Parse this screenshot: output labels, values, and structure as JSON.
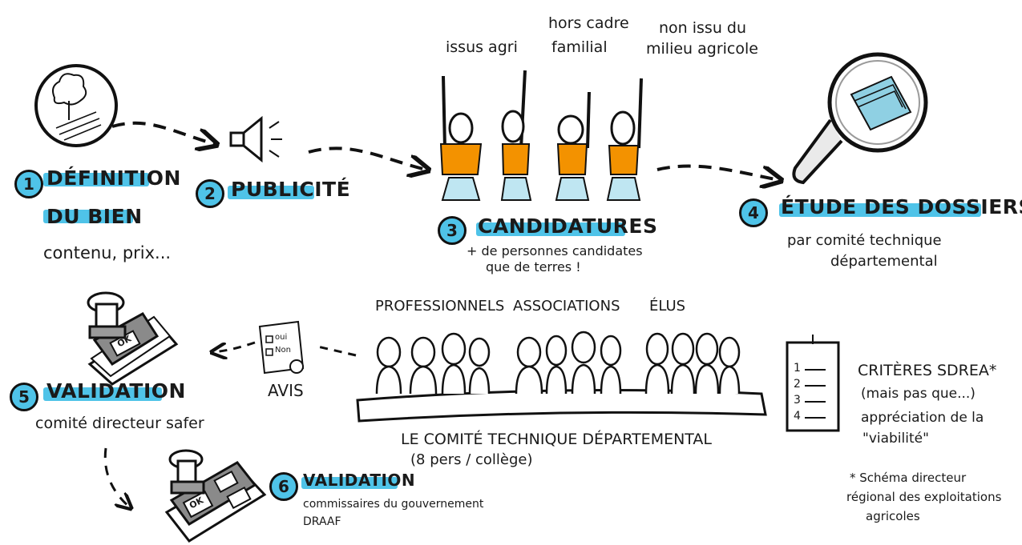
{
  "steps": [
    {
      "number": "1",
      "title_line1": "DÉFINITION",
      "title_line2": "DU BIEN",
      "subtitle": "contenu, prix..."
    },
    {
      "number": "2",
      "title_line1": "PUBLICITÉ"
    },
    {
      "number": "3",
      "title_line1": "CANDIDATURES",
      "subtitle_line1": "+ de personnes candidates",
      "subtitle_line2": "que de terres !"
    },
    {
      "number": "4",
      "title_line1": "ÉTUDE DES DOSSIERS",
      "subtitle_line1": "par comité technique",
      "subtitle_line2": "départemental"
    },
    {
      "number": "5",
      "title_line1": "VALIDATION",
      "subtitle": "comité directeur safer"
    },
    {
      "number": "6",
      "title_line1": "VALIDATION",
      "subtitle_line1": "commissaires du gouvernement",
      "subtitle_line2": "DRAAF"
    }
  ],
  "candidate_labels": {
    "issus_agri": "issus agri",
    "hors_cadre_line1": "hors cadre",
    "hors_cadre_line2": "familial",
    "non_issu_line1": "non issu du",
    "non_issu_line2": "milieu agricole"
  },
  "committee": {
    "group_professionnels": "PROFESSIONNELS",
    "group_associations": "ASSOCIATIONS",
    "group_elus": "ÉLUS",
    "title": "LE COMITÉ TECHNIQUE DÉPARTEMENTAL",
    "subtitle": "(8 pers / collège)"
  },
  "avis": {
    "label": "AVIS",
    "oui": "oui",
    "non": "Non"
  },
  "stamp_text": "OK",
  "criteria": {
    "list_items": [
      "1",
      "2",
      "3",
      "4"
    ],
    "line1": "CRITÈRES SDREA*",
    "line2": "(mais pas que...)",
    "line3": "appréciation de la",
    "line4": "\"viabilité\"",
    "footnote_line1": "* Schéma directeur",
    "footnote_line2": "régional des exploitations",
    "footnote_line3": "agricoles"
  },
  "colors": {
    "highlight": "#4fc3e8",
    "orange": "#f39200",
    "light_blue": "#bfe6f2",
    "ink": "#111111"
  }
}
